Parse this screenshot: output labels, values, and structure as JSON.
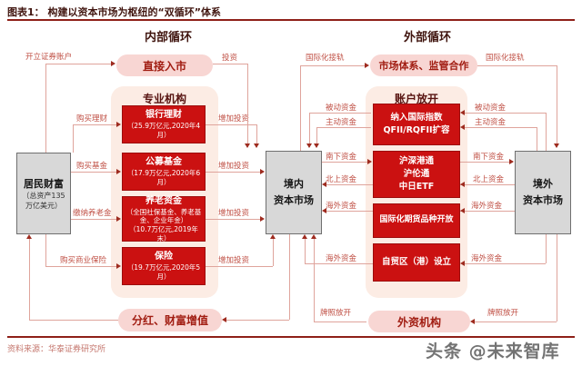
{
  "header": {
    "figure_label": "图表1：",
    "title": "构建以资本市场为枢纽的“双循环”体系"
  },
  "sections": {
    "internal": "内部循环",
    "external": "外部循环"
  },
  "nodes": {
    "residents": {
      "title": "居民财富",
      "subtitle": "（总资产135万亿美元）"
    },
    "direct_entry": "直接入市",
    "professional": {
      "header": "专业机构",
      "boxes": [
        {
          "title": "银行理财",
          "sub": "（25.9万亿元,2020年4月）"
        },
        {
          "title": "公募基金",
          "sub": "（17.9万亿元,2020年6月）"
        },
        {
          "title": "养老资金",
          "sub": "（全国社保基金、养老基金、企业年金）",
          "sub2": "（10.7万亿元,2019年末）"
        },
        {
          "title": "保险",
          "sub": "（19.7万亿元,2020年5月）"
        }
      ]
    },
    "dividends": "分红、财富增值",
    "domestic_market": {
      "line1": "境内",
      "line2": "资本市场"
    },
    "market_system": "市场体系、监管合作",
    "account_opening": {
      "header": "账户放开",
      "boxes": [
        {
          "lines": [
            "纳入国际指数",
            "QFII/RQFII扩容"
          ]
        },
        {
          "lines": [
            "沪深港通",
            "沪伦通",
            "中日ETF"
          ]
        },
        {
          "lines": [
            "国际化期货品种开放"
          ]
        },
        {
          "lines": [
            "自贸区（港）设立"
          ]
        }
      ]
    },
    "foreign_institutions": "外资机构",
    "overseas_market": {
      "line1": "境外",
      "line2": "资本市场"
    }
  },
  "labels": {
    "open_account": "开立证券账户",
    "invest": "投资",
    "buy_wealth": "购买理财",
    "buy_fund": "购买基金",
    "pay_pension": "缴纳养老金",
    "buy_insurance": "购买商业保险",
    "increase_invest": "增加投资",
    "intl_align": "国际化接轨",
    "passive_funds": "被动资金",
    "active_funds": "主动资金",
    "southbound": "南下资金",
    "northbound": "北上资金",
    "overseas_funds": "海外资金",
    "license_open": "牌照放开"
  },
  "footer": {
    "source": "资料来源：华泰证券研究所",
    "watermark": "头条 @未来智库"
  },
  "colors": {
    "red_box": "#cb1111",
    "pink_pill": "#f8d6d3",
    "container": "#fcece4",
    "flow_line": "#dfa49c",
    "accent_dark_red": "#8e2018"
  }
}
